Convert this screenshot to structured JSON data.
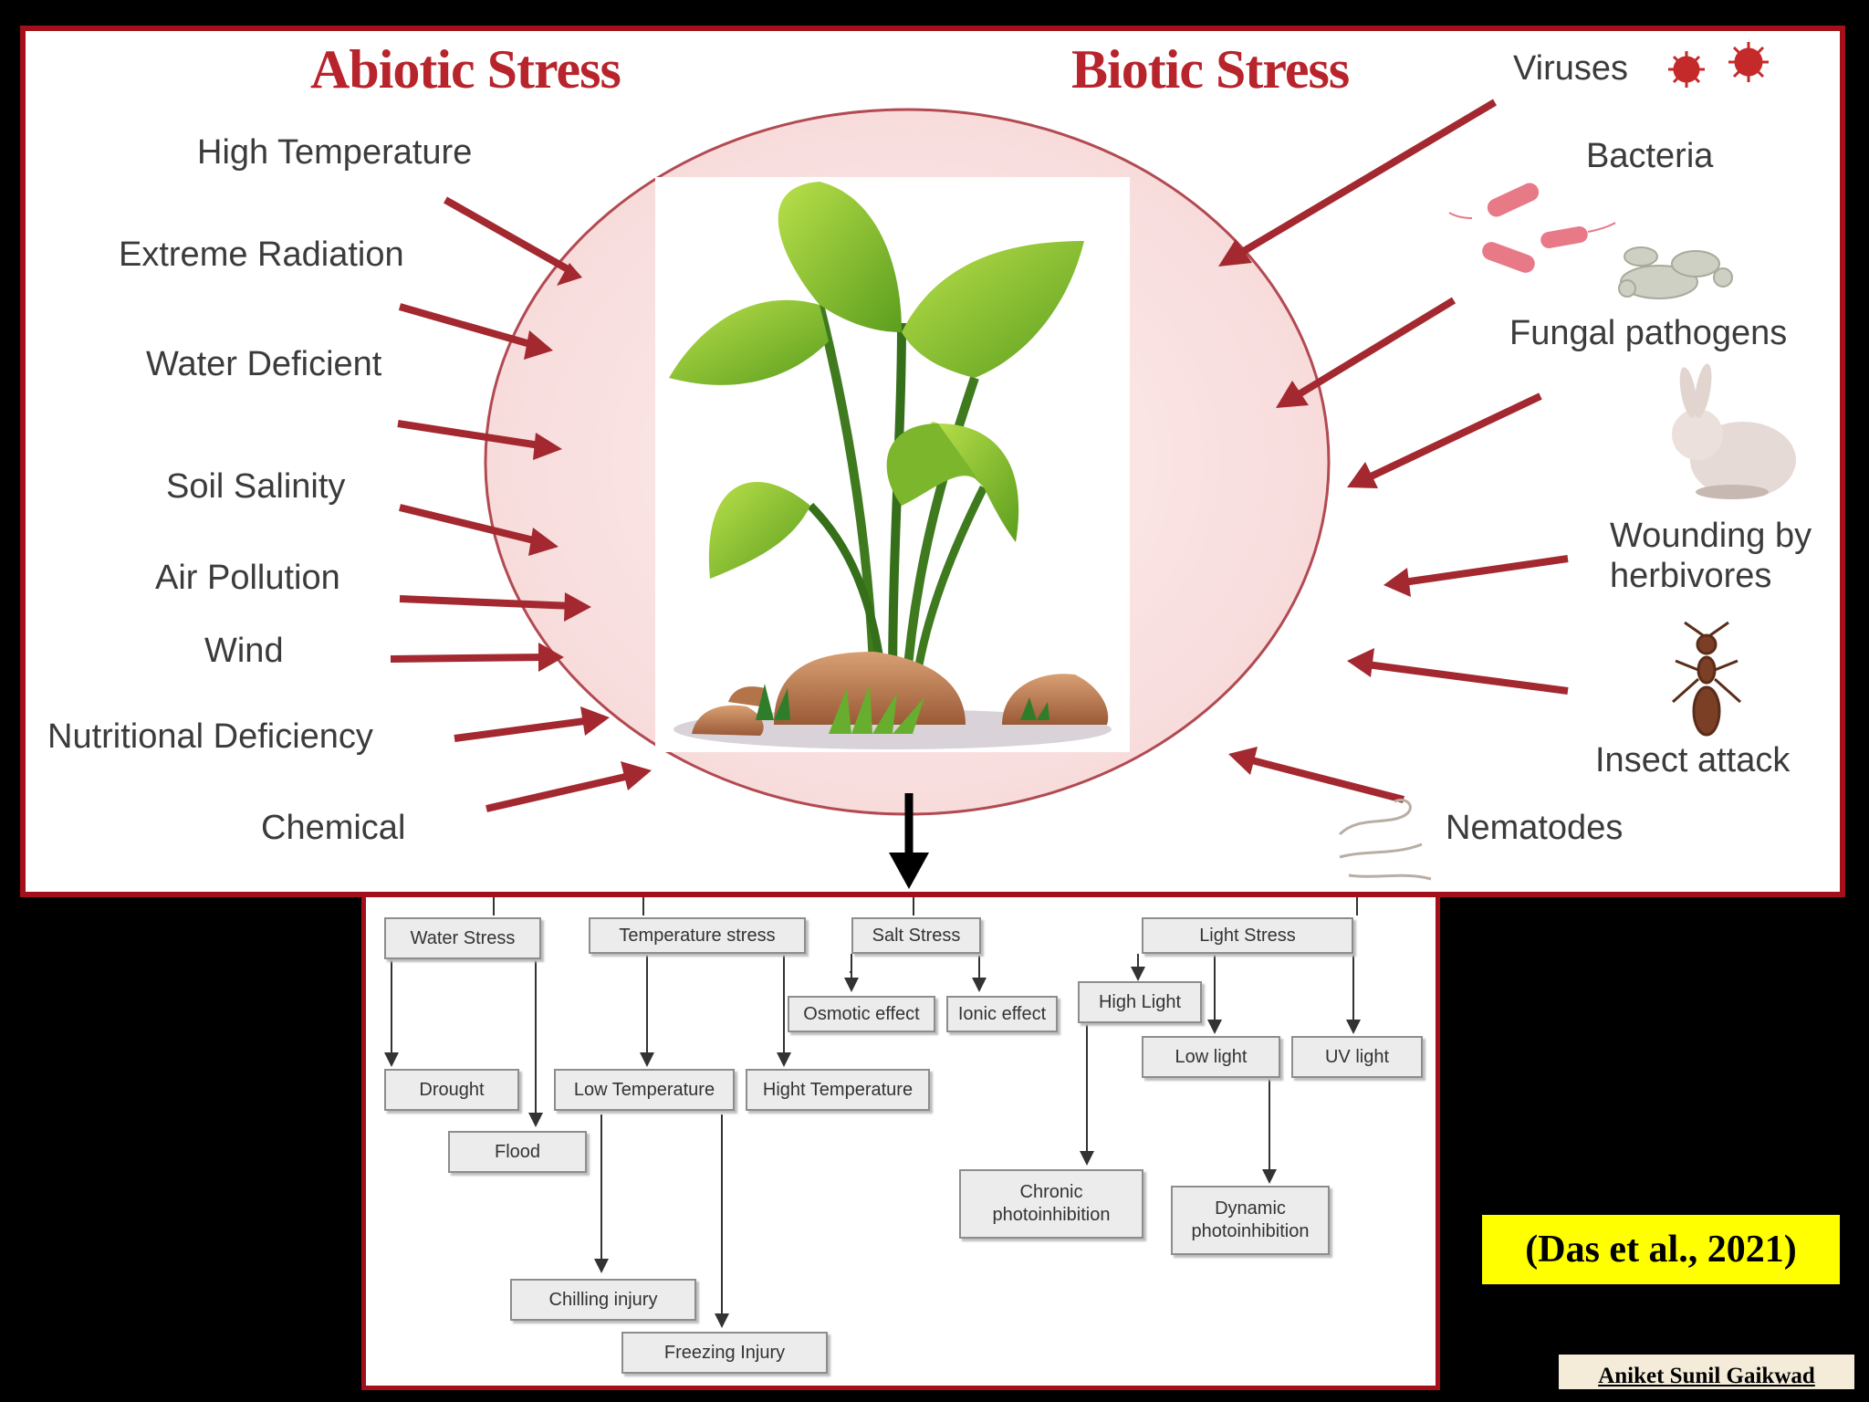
{
  "headings": {
    "abiotic": "Abiotic Stress",
    "biotic": "Biotic Stress"
  },
  "abiotic_factors": [
    "High Temperature",
    "Extreme Radiation",
    "Water Deficient",
    "Soil Salinity",
    "Air Pollution",
    "Wind",
    "Nutritional Deficiency",
    "Chemical"
  ],
  "biotic_factors": {
    "viruses": "Viruses",
    "bacteria": "Bacteria",
    "fungal": "Fungal pathogens",
    "wounding_line1": "Wounding by",
    "wounding_line2": "herbivores",
    "insect": "Insect attack",
    "nematodes": "Nematodes"
  },
  "flowchart": {
    "water_stress": "Water Stress",
    "temperature_stress": "Temperature stress",
    "salt_stress": "Salt Stress",
    "light_stress": "Light Stress",
    "drought": "Drought",
    "flood": "Flood",
    "low_temperature": "Low Temperature",
    "high_temperature": "Hight Temperature",
    "chilling_injury": "Chilling injury",
    "freezing_injury": "Freezing Injury",
    "osmotic_effect": "Osmotic effect",
    "ionic_effect": "Ionic effect",
    "high_light": "High Light",
    "low_light": "Low light",
    "uv_light": "UV light",
    "chronic_line1": "Chronic",
    "chronic_line2": "photoinhibition",
    "dynamic_line1": "Dynamic",
    "dynamic_line2": "photoinhibition"
  },
  "citation": "(Das et al., 2021)",
  "author": "Aniket Sunil Gaikwad",
  "colors": {
    "accent_red": "#a3101a",
    "arrow_red": "#a3282f",
    "citation_bg": "#ffff00"
  }
}
